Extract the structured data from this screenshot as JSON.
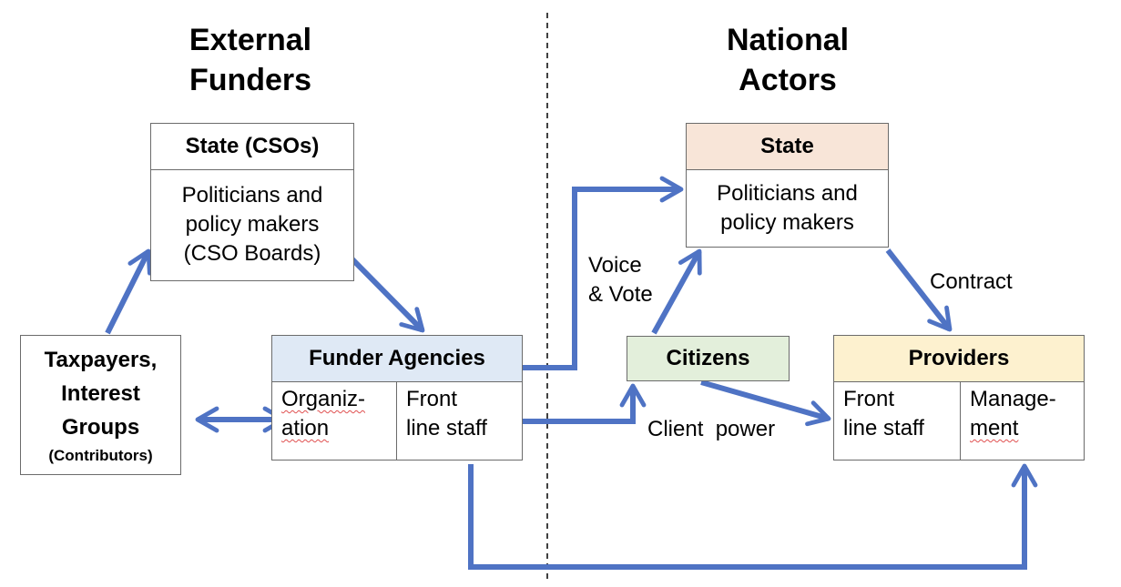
{
  "sections": {
    "left_title_line1": "External",
    "left_title_line2": "Funders",
    "right_title_line1": "National",
    "right_title_line2": "Actors"
  },
  "external": {
    "state_box": {
      "header": "State (CSOs)",
      "body_line1": "Politicians and",
      "body_line2": "policy makers",
      "body_line3": "(CSO Boards)"
    },
    "taxpayers_box": {
      "line1": "Taxpayers,",
      "line2": "Interest",
      "line3": "Groups",
      "line4": "(Contributors)"
    },
    "funder_box": {
      "header": "Funder Agencies",
      "left_cell_line1": "Organiz-",
      "left_cell_line2": "ation",
      "right_cell_line1": "Front",
      "right_cell_line2": "line staff",
      "header_color": "#dfe9f5"
    }
  },
  "national": {
    "state_box": {
      "header": "State",
      "body_line1": "Politicians and",
      "body_line2": "policy makers",
      "header_color": "#f8e5d8"
    },
    "citizens_box": {
      "label": "Citizens",
      "color": "#e3efdb"
    },
    "providers_box": {
      "header": "Providers",
      "left_cell_line1": "Front",
      "left_cell_line2": "line staff",
      "right_cell_line1": "Manage-",
      "right_cell_line2": "ment",
      "header_color": "#fdf1cf"
    }
  },
  "edge_labels": {
    "voice_line1": "Voice",
    "voice_line2": "& Vote",
    "contract": "Contract",
    "client_power": "Client  power"
  },
  "colors": {
    "arrow": "#4f73c4",
    "border": "#6b6b6b",
    "divider": "#000000"
  }
}
